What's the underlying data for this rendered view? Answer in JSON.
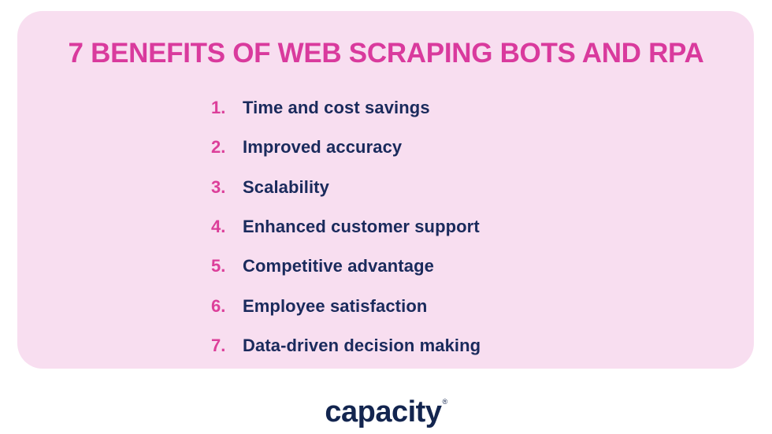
{
  "card": {
    "background_color": "#f8def0",
    "title": "7 BENEFITS OF WEB SCRAPING BOTS AND RPA",
    "title_color": "#d93a9d",
    "number_color": "#dc3f9a",
    "text_color": "#1a2a5c",
    "items": [
      {
        "number": "1.",
        "label": "Time and cost savings"
      },
      {
        "number": "2.",
        "label": "Improved accuracy"
      },
      {
        "number": "3.",
        "label": "Scalability"
      },
      {
        "number": "4.",
        "label": "Enhanced customer support"
      },
      {
        "number": "5.",
        "label": "Competitive advantage"
      },
      {
        "number": "6.",
        "label": "Employee satisfaction"
      },
      {
        "number": "7.",
        "label": "Data-driven decision making"
      }
    ]
  },
  "brand": {
    "logo_text": "capacity",
    "registered_mark": "®",
    "logo_color": "#13254f"
  }
}
